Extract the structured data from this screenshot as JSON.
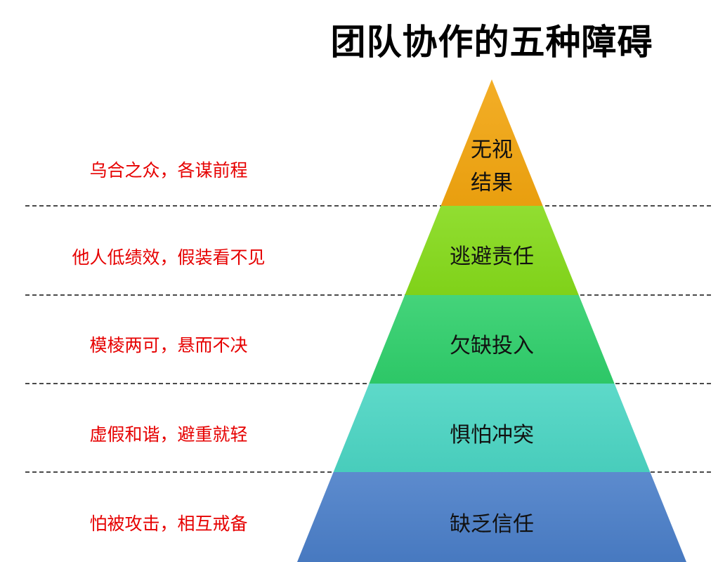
{
  "title": "团队协作的五种障碍",
  "colors": {
    "annotation_text": "#e60000",
    "divider": "#4a4a4a",
    "label_text": "#111111",
    "background": "#ffffff"
  },
  "pyramid": {
    "levels": [
      {
        "label": "无视结果",
        "annotation": "乌合之众，各谋前程",
        "color": "#f2a50f"
      },
      {
        "label": "逃避责任",
        "annotation": "他人低绩效，假装看不见",
        "color": "#85da1a"
      },
      {
        "label": "欠缺投入",
        "annotation": "模棱两可，悬而不决",
        "color": "#2fcf6b"
      },
      {
        "label": "惧怕冲突",
        "annotation": "虚假和谐，避重就轻",
        "color": "#4bd5c3"
      },
      {
        "label": "缺乏信任",
        "annotation": "怕被攻击，相互戒备",
        "color": "#4a7ec8"
      }
    ]
  }
}
